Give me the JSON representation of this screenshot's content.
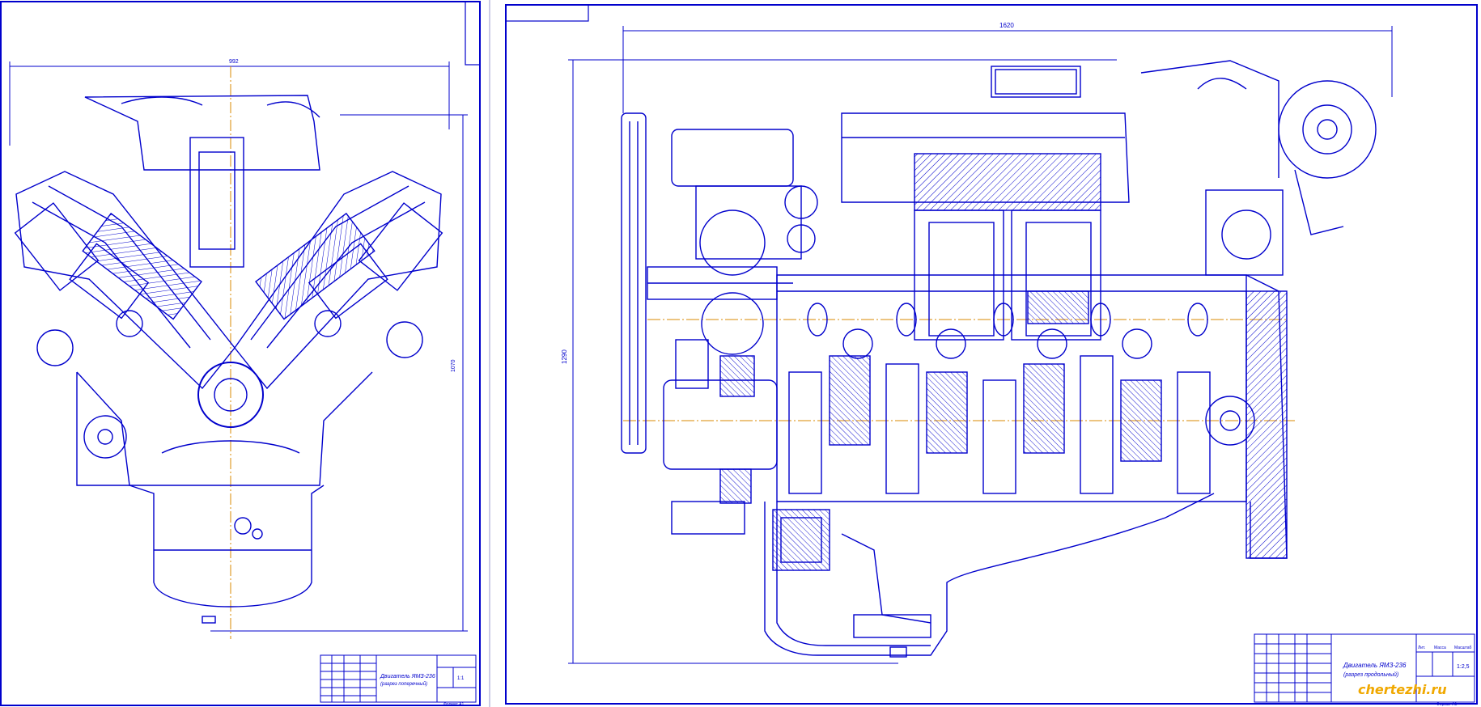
{
  "colors": {
    "line": "#0000cc",
    "axis": "#d98a00",
    "background": "#ffffff",
    "watermark": "#f0a800"
  },
  "left_sheet": {
    "dim_top": "992",
    "dim_side": "1070",
    "title_line1": "Двигатель ЯМЗ-236",
    "title_line2": "(разрез поперечный)",
    "format_label": "Формат А1",
    "sheet_code": "1:1"
  },
  "right_sheet": {
    "dim_top": "1620",
    "dim_side": "1290",
    "title_line1": "Двигатель ЯМЗ-236",
    "title_line2": "(разрез продольный)",
    "format_label": "Формат А1",
    "scale_label": "1:2,5",
    "stamp_col1": "Лит.",
    "stamp_col2": "Масса",
    "stamp_col3": "Масштаб",
    "watermark": "chertezhi.ru"
  }
}
